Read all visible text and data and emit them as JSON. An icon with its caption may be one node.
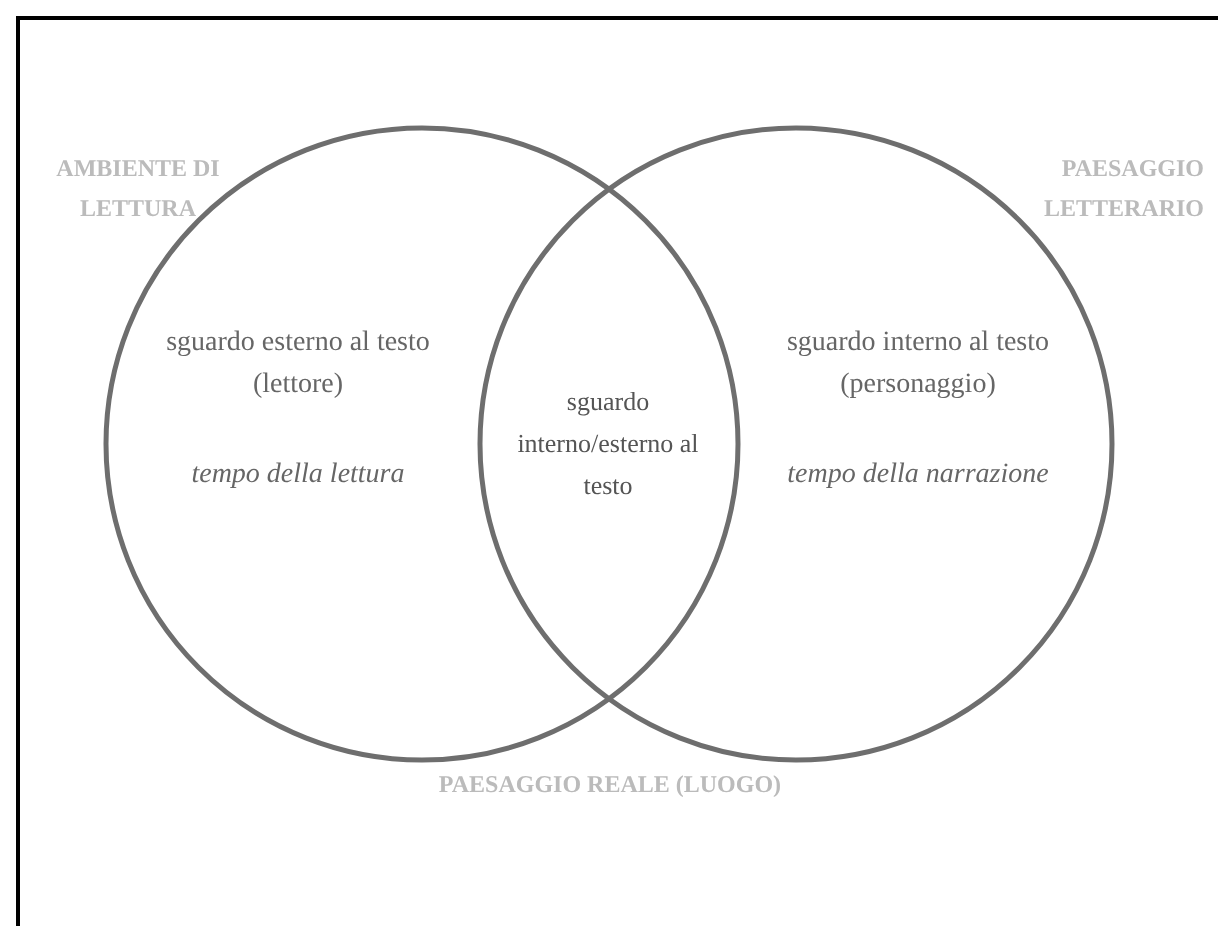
{
  "diagram": {
    "nodes": [
      {
        "text": [
          "sguardo esterno al testo (lettore)",
          "tempo della lettura"
        ]
      },
      {
        "text": [
          "sguardo interno al testo (personaggio)",
          "tempo della narrazione"
        ]
      }
    ],
    "labels": [
      "AMBIENTE DI LETTURA",
      "PAESAGGIO LETTERARIO",
      "sguardo interno/esterno al testo",
      "PAESAGGIO REALE (LUOGO)"
    ]
  }
}
